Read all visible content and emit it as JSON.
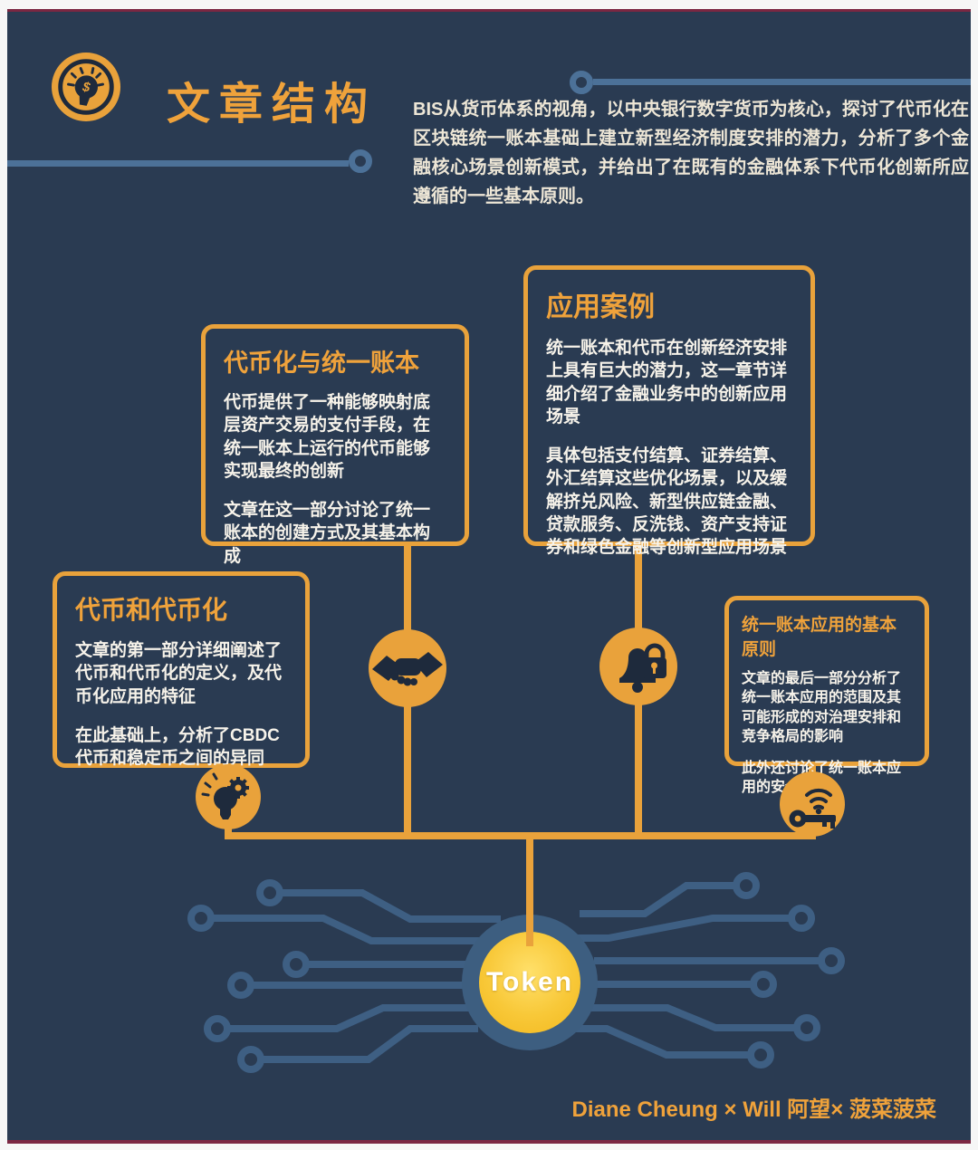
{
  "header": {
    "title": "文章结构",
    "icon": "bulb-dollar-icon"
  },
  "intro": "BIS从货币体系的视角，以中央银行数字货币为核心，探讨了代币化在区块链统一账本基础上建立新型经济制度安排的潜力，分析了多个金融核心场景创新模式，并给出了在既有的金融体系下代币化创新所应遵循的一些基本原则。",
  "boxes": [
    {
      "title": "代币化与统一账本",
      "icon": "handshake-icon",
      "paragraphs": [
        "代币提供了一种能够映射底层资产交易的支付手段，在统一账本上运行的代币能够实现最终的创新",
        "文章在这一部分讨论了统一账本的创建方式及其基本构成"
      ]
    },
    {
      "title": "应用案例",
      "icon": "bell-lock-icon",
      "paragraphs": [
        "统一账本和代币在创新经济安排上具有巨大的潜力，这一章节详细介绍了金融业务中的创新应用场景",
        "具体包括支付结算、证券结算、外汇结算这些优化场景，以及缓解挤兑风险、新型供应链金融、贷款服务、反洗钱、资产支持证券和绿色金融等创新型应用场景"
      ]
    },
    {
      "title": "代币和代币化",
      "icon": "idea-gear-icon",
      "paragraphs": [
        "文章的第一部分详细阐述了代币和代币化的定义，及代币化应用的特征",
        "在此基础上，分析了CBDC代币和稳定币之间的异同"
      ]
    },
    {
      "title": "统一账本应用的基本原则",
      "icon": "key-wifi-icon",
      "paragraphs": [
        "文章的最后一部分分析了统一账本应用的范围及其可能形成的对治理安排和竞争格局的影响",
        "此外还讨论了统一账本应用的安全原则"
      ]
    }
  ],
  "hub": {
    "label": "Token"
  },
  "credits": "Diane Cheung × Will 阿望× 菠菜菠菜",
  "colors": {
    "background": "#2A3B52",
    "accent_orange": "#E9A23B",
    "title_orange": "#EFA23B",
    "gold": "#F8C838",
    "steel_blue_circuit": "#3E5F83",
    "steel_blue_lines": "#4C7198",
    "cream_text": "#EDE6D6",
    "white_text": "#F7F3EA",
    "maroon_rule": "#7B2742",
    "glyph_dark": "#1E2A3C"
  }
}
